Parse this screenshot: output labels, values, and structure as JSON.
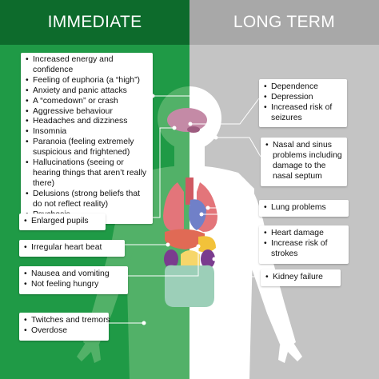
{
  "header": {
    "left_title": "IMMEDIATE",
    "right_title": "LONG TERM"
  },
  "colors": {
    "immediate_bg": "#1f9a46",
    "immediate_header": "#0d6b2c",
    "longterm_bg": "#c4c4c4",
    "longterm_header": "#a8a8a8"
  },
  "immediate": {
    "main_effects": [
      "Increased energy and confidence",
      "Feeling of euphoria (a “high”)",
      "Anxiety and panic attacks",
      "A “comedown” or crash",
      "Aggressive behaviour",
      "Headaches and dizziness",
      "Insomnia",
      "Paranoia (feeling extremely suspicious and frightened)",
      "Hallucinations (seeing or hearing things that aren’t really there)",
      "Delusions (strong beliefs that do not reflect reality)",
      "Psychosis"
    ],
    "eyes": [
      "Enlarged pupils"
    ],
    "heart": [
      "Irregular heart beat"
    ],
    "stomach": [
      "Nausea and vomiting",
      "Not feeling hungry"
    ],
    "muscles": [
      "Twitches and tremors",
      "Overdose"
    ]
  },
  "long_term": {
    "brain": [
      "Dependence",
      "Depression",
      "Increased risk of seizures"
    ],
    "nose": [
      "Nasal and sinus problems including damage to the nasal septum"
    ],
    "lungs": [
      "Lung problems"
    ],
    "heart": [
      "Heart damage",
      "Increase risk of strokes"
    ],
    "kidneys": [
      "Kidney failure"
    ]
  }
}
